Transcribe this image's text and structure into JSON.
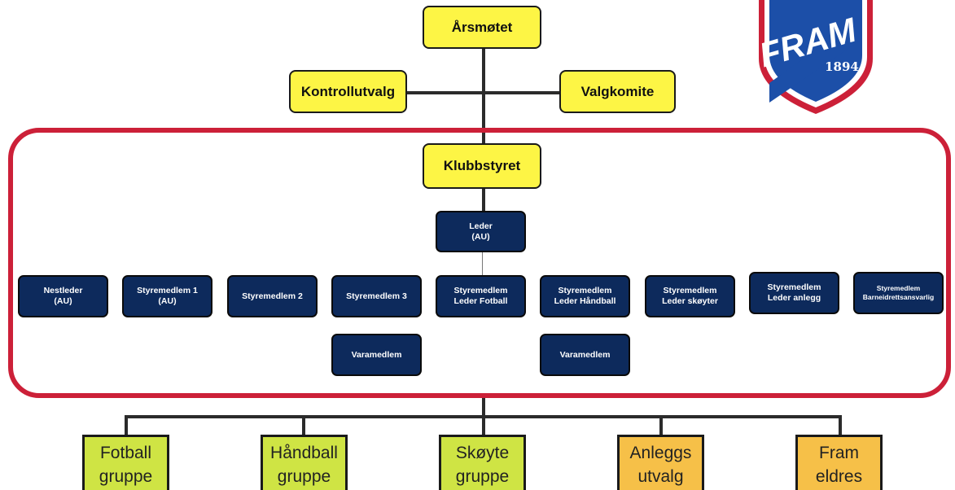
{
  "top": {
    "arsmotet": "Årsmøtet",
    "kontrollutvalg": "Kontrollutvalg",
    "valgkomite": "Valgkomite"
  },
  "board": {
    "title": "Klubbstyret",
    "frame_color": "#cc2038",
    "leader": {
      "line1": "Leder",
      "line2": "(AU)"
    },
    "members": [
      {
        "line1": "Nestleder",
        "line2": "(AU)"
      },
      {
        "line1": "Styremedlem 1",
        "line2": "(AU)"
      },
      {
        "line1": "Styremedlem 2",
        "line2": ""
      },
      {
        "line1": "Styremedlem 3",
        "line2": ""
      },
      {
        "line1": "Styremedlem",
        "line2": "Leder Fotball"
      },
      {
        "line1": "Styremedlem",
        "line2": "Leder Håndball"
      },
      {
        "line1": "Styremedlem",
        "line2": "Leder skøyter"
      },
      {
        "line1": "Styremedlem",
        "line2": "Leder anlegg"
      },
      {
        "line1": "Styremedlem",
        "line2": "Barneidrettsansvarlig"
      }
    ],
    "deputies": [
      "Varamedlem",
      "Varamedlem"
    ]
  },
  "groups": [
    {
      "line1": "Fotball",
      "line2": "gruppe"
    },
    {
      "line1": "Håndball",
      "line2": "gruppe"
    },
    {
      "line1": "Skøyte",
      "line2": "gruppe"
    },
    {
      "line1": "Anleggs",
      "line2": "utvalg"
    },
    {
      "line1": "Fram",
      "line2": "eldres"
    }
  ],
  "logo": {
    "name": "FRAM",
    "year": "1894"
  },
  "colors": {
    "yellow_box": "#fdf545",
    "navy_box": "#0d2a5c",
    "green_box": "#cfe444",
    "orange_box": "#f6c048",
    "logo_red": "#cc2038",
    "logo_blue": "#1c4fa8"
  }
}
